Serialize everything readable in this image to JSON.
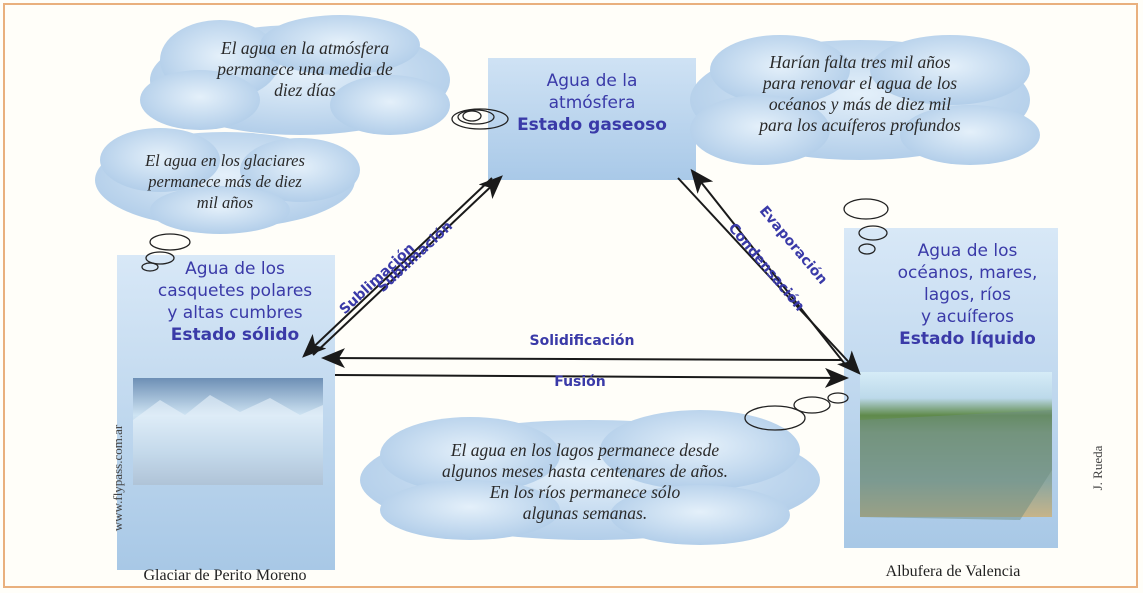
{
  "atmosphere": {
    "line1": "Agua de la",
    "line2": "atmósfera",
    "state": "Estado gaseoso"
  },
  "solid": {
    "line1": "Agua de los",
    "line2": "casquetes polares",
    "line3": "y altas cumbres",
    "state": "Estado sólido"
  },
  "liquid": {
    "line1": "Agua de los",
    "line2": "océanos, mares,",
    "line3": "lagos, ríos",
    "line4": "y acuíferos",
    "state": "Estado líquido"
  },
  "clouds": {
    "atmosphere_note": [
      "El agua en la atmósfera",
      "permanece una media de",
      "diez días"
    ],
    "glacier_note": [
      "El agua en los glaciares",
      "permanece más de diez",
      "mil años"
    ],
    "ocean_note": [
      "Harían falta tres mil años",
      "para renovar el agua de los",
      "océanos y más de diez mil",
      "para los acuíferos profundos"
    ],
    "lake_note": [
      "El agua en los lagos permanece desde",
      "algunos meses hasta centenares de años.",
      "En los ríos permanece sólo",
      "algunas semanas."
    ]
  },
  "processes": {
    "sublimation_up": "Sublimación",
    "sublimation_down": "Sublimación",
    "evaporation": "Evaporación",
    "condensation": "Condensación",
    "solidification": "Solidificación",
    "fusion": "Fusión"
  },
  "captions": {
    "left": "Glaciar de Perito Moreno",
    "right": "Albufera de Valencia"
  },
  "credits": {
    "left": "www.flypass.com.ar",
    "right": "J. Rueda"
  },
  "colors": {
    "label": "#3a3aa8",
    "panel": "#b4d0ec",
    "frame": "#e9b07e",
    "cloud": "#bcd7ef"
  }
}
